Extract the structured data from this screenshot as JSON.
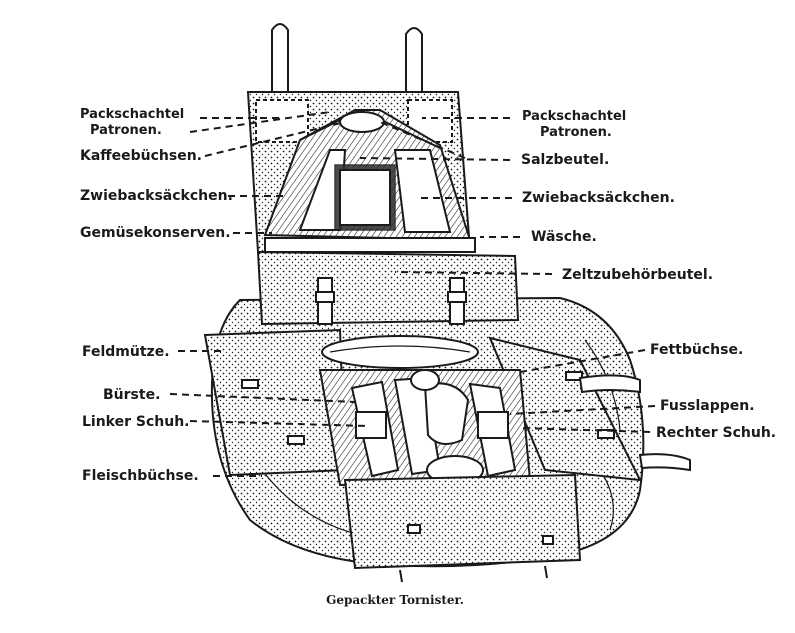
{
  "labels_left": [
    {
      "id": "packschachtel-left-1",
      "text": "Packschachtel"
    },
    {
      "id": "packschachtel-left-2",
      "text": "Patronen."
    },
    {
      "id": "kaffeebuechsen",
      "text": "Kaffeebüchsen."
    },
    {
      "id": "zwiebacksaeckchen-left",
      "text": "Zwiebacksäckchen."
    },
    {
      "id": "gemuesekonserven",
      "text": "Gemüsekonserven."
    },
    {
      "id": "feldmuetze",
      "text": "Feldmütze."
    },
    {
      "id": "buerste",
      "text": "Bürste."
    },
    {
      "id": "linker-schuh",
      "text": "Linker Schuh."
    },
    {
      "id": "fleischbuechse",
      "text": "Fleischbüchse."
    }
  ],
  "labels_right": [
    {
      "id": "packschachtel-right-1",
      "text": "Packschachtel"
    },
    {
      "id": "packschachtel-right-2",
      "text": "Patronen."
    },
    {
      "id": "salzbeutel",
      "text": "Salzbeutel."
    },
    {
      "id": "zwiebacksaeckchen-right",
      "text": "Zwiebacksäckchen."
    },
    {
      "id": "waesche",
      "text": "Wäsche."
    },
    {
      "id": "zeltzubehoerbeutel",
      "text": "Zeltzubehörbeutel."
    },
    {
      "id": "fettbuechse",
      "text": "Fettbüchse."
    },
    {
      "id": "fusslappen",
      "text": "Fusslappen."
    },
    {
      "id": "rechter-schuh",
      "text": "Rechter Schuh."
    }
  ],
  "caption": "Gepackter Tornister.",
  "colors": {
    "ink": "#1a1a1a",
    "paper": "#ffffff"
  }
}
